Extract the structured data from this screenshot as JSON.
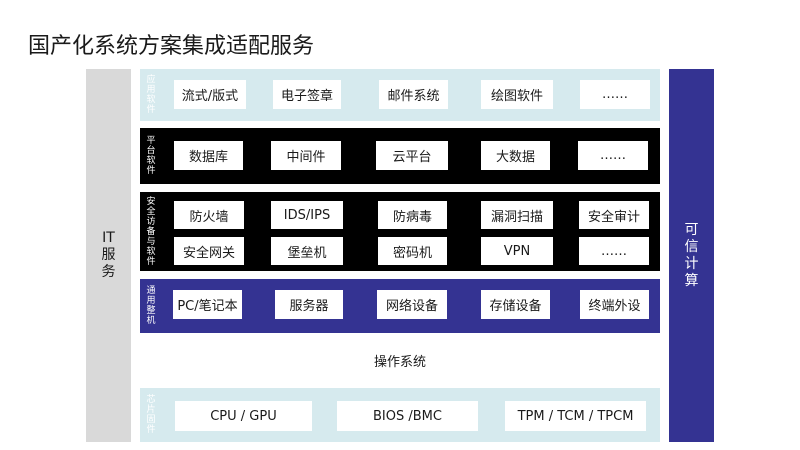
{
  "title": "国产化系统方案集成适配服务",
  "left_bar": {
    "chars": [
      "IT",
      "服",
      "务"
    ]
  },
  "right_bar": {
    "chars": [
      "可",
      "信",
      "计",
      "算"
    ]
  },
  "bands": {
    "app": {
      "label_chars": [
        "应",
        "用",
        "软",
        "件"
      ],
      "items": [
        "流式/版式",
        "电子签章",
        "邮件系统",
        "绘图软件",
        "……"
      ]
    },
    "platform": {
      "label_chars": [
        "平",
        "台",
        "软",
        "件"
      ],
      "items": [
        "数据库",
        "中间件",
        "云平台",
        "大数据",
        "……"
      ]
    },
    "security": {
      "label_chars": [
        "安",
        "全",
        "访",
        "备",
        "与",
        "软",
        "件"
      ],
      "row1": [
        "防火墙",
        "IDS/IPS",
        "防病毒",
        "漏洞扫描",
        "安全审计"
      ],
      "row2": [
        "安全网关",
        "堡垒机",
        "密码机",
        "VPN",
        "……"
      ]
    },
    "general": {
      "label_chars": [
        "通",
        "用",
        "整",
        "机"
      ],
      "items": [
        "PC/笔记本",
        "服务器",
        "网络设备",
        "存储设备",
        "终端外设"
      ]
    },
    "os": {
      "label": "操作系统"
    },
    "chip": {
      "label_chars": [
        "芯",
        "片",
        "固",
        "件"
      ],
      "items": [
        "CPU / GPU",
        "BIOS /BMC",
        "TPM / TCM / TPCM"
      ]
    }
  }
}
